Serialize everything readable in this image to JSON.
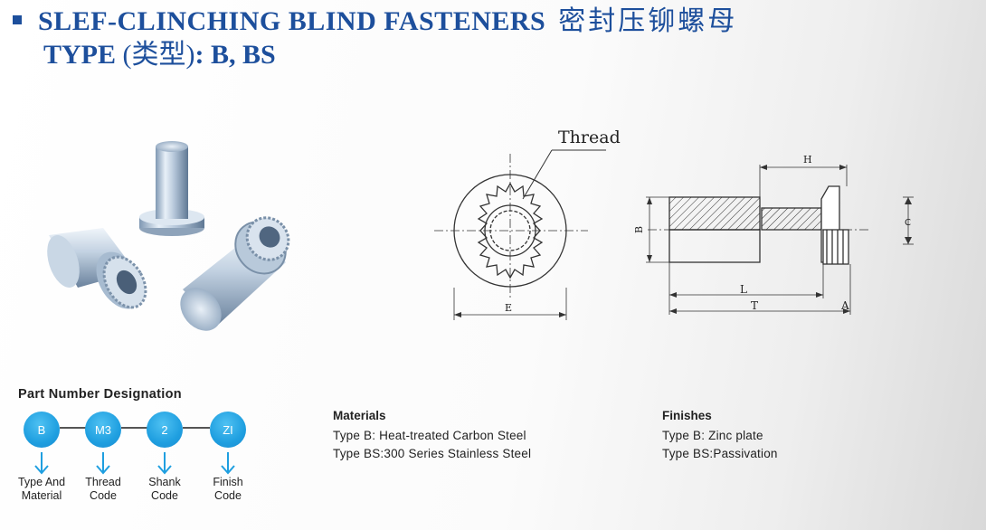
{
  "header": {
    "title_en": "SLEF-CLINCHING BLIND FASTENERS",
    "title_cn": "密封压铆螺母",
    "type_prefix": "TYPE",
    "type_cn": "(类型)",
    "type_values": ": B, BS"
  },
  "drawing": {
    "thread_label": "Thread",
    "dim_E": "E",
    "dim_B": "B",
    "dim_H": "H",
    "dim_L": "L",
    "dim_T": "T",
    "dim_A": "A",
    "dim_C": "C"
  },
  "part_number": {
    "title": "Part Number Designation",
    "codes": [
      {
        "code": "B",
        "label_line1": "Type And",
        "label_line2": "Material"
      },
      {
        "code": "M3",
        "label_line1": "Thread",
        "label_line2": "Code"
      },
      {
        "code": "2",
        "label_line1": "Shank",
        "label_line2": "Code"
      },
      {
        "code": "ZI",
        "label_line1": "Finish",
        "label_line2": "Code"
      }
    ],
    "circle_color": "#1f9fe0"
  },
  "materials": {
    "title": "Materials",
    "lines": [
      "Type B: Heat-treated Carbon Steel",
      "Type BS:300 Series Stainless Steel"
    ]
  },
  "finishes": {
    "title": "Finishes",
    "lines": [
      "Type B: Zinc plate",
      "Type BS:Passivation"
    ]
  },
  "colors": {
    "title": "#1d4f9c"
  }
}
